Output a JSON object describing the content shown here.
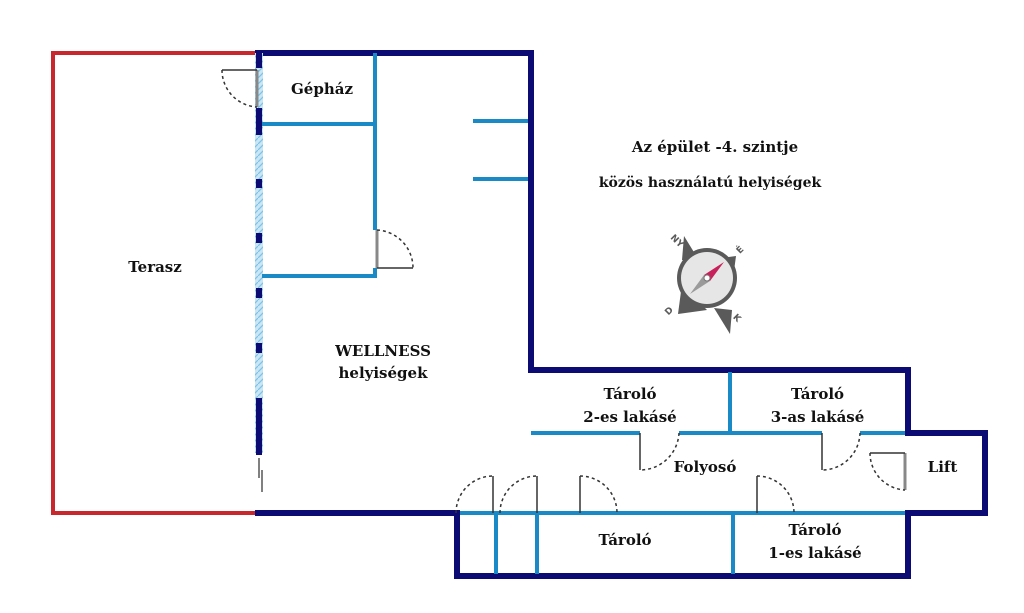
{
  "title": "Az épület -4. szintje",
  "subtitle": "közös használatú helyiségek",
  "rooms": {
    "terrace": "Terasz",
    "machine_room": "Gépház",
    "wellness": [
      "WELLNESS",
      "helyiségek"
    ],
    "storage_2": [
      "Tároló",
      "2-es lakásé"
    ],
    "storage_3": [
      "Tároló",
      "3-as lakásé"
    ],
    "corridor": "Folyosó",
    "lift": "Lift",
    "storage": "Tároló",
    "storage_1": [
      "Tároló",
      "1-es lakásé"
    ]
  },
  "compass": {
    "n": "NY",
    "e": "É",
    "s": "D",
    "w": "K"
  },
  "colors": {
    "outer_wall": "#0b0b73",
    "inner_wall": "#1a8ac6",
    "terrace_line": "#c8282d",
    "needle": "#c8205a"
  }
}
